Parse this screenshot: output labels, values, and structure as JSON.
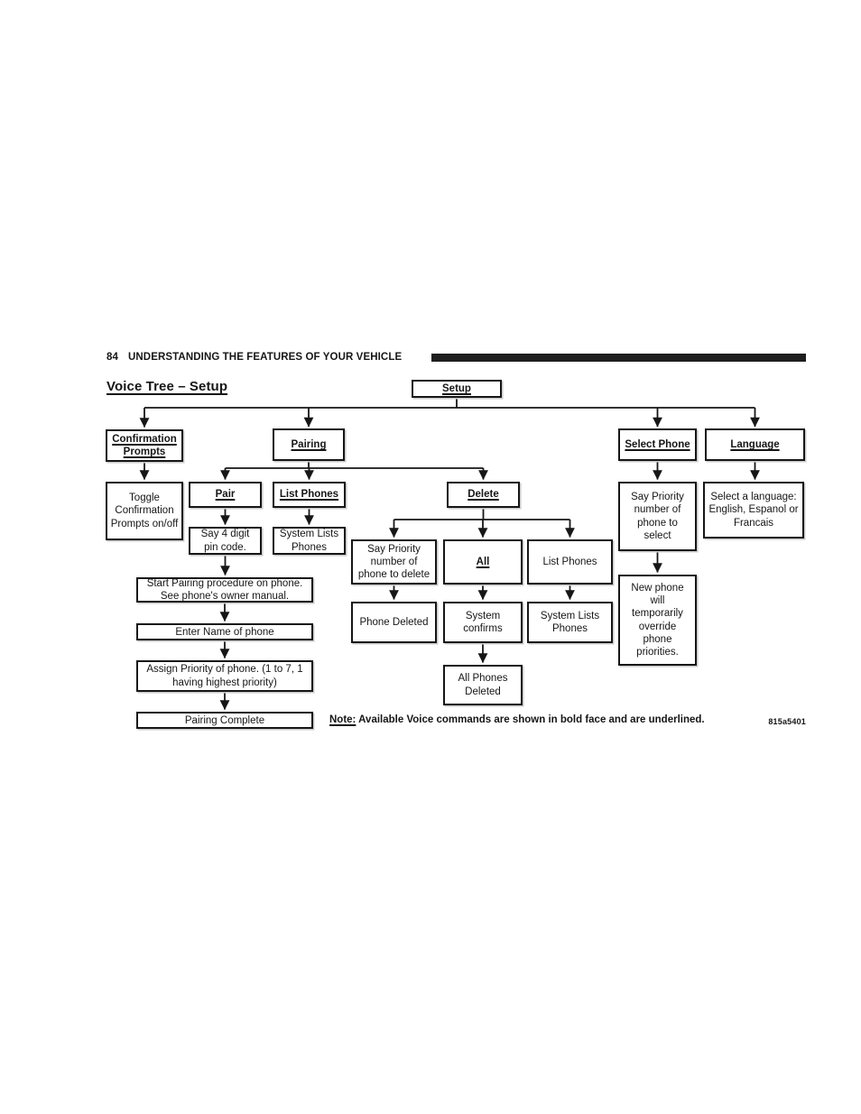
{
  "page": {
    "header": {
      "page_number": "84",
      "chapter_title": "UNDERSTANDING THE FEATURES OF YOUR VEHICLE"
    },
    "section_title": "Voice Tree – Setup",
    "note_label": "Note:",
    "note_text": "Available Voice commands are shown in bold face and are underlined.",
    "figure_code": "815a5401"
  },
  "diagram": {
    "nodes": {
      "setup": "Setup",
      "confirmation_prompts": "Confirmation Prompts",
      "pairing": "Pairing",
      "select_phone": "Select Phone",
      "language": "Language",
      "toggle_confirmation": "Toggle Confirmation Prompts on/off",
      "pair": "Pair",
      "list_phones": "List Phones",
      "delete": "Delete",
      "say_pin": "Say 4 digit pin code.",
      "system_lists_phones_a": "System Lists Phones",
      "start_pairing": "Start Pairing procedure on phone. See phone's owner manual.",
      "enter_name": "Enter Name of phone",
      "assign_priority": "Assign Priority of phone. (1 to 7, 1 having highest priority)",
      "pairing_complete": "Pairing Complete",
      "say_priority_delete": "Say Priority number of phone to delete",
      "all": "All",
      "list_phones_plain": "List Phones",
      "phone_deleted": "Phone Deleted",
      "system_confirms": "System confirms",
      "system_lists_phones_b": "System Lists Phones",
      "all_phones_deleted": "All Phones Deleted",
      "say_priority_select": "Say Priority number of phone to select",
      "new_phone_override": "New phone will temporarily override phone priorities.",
      "select_language": "Select a language: English, Espanol or Francais"
    },
    "voice_commands": [
      "Setup",
      "Confirmation Prompts",
      "Pairing",
      "Pair",
      "List Phones",
      "Delete",
      "All",
      "Select Phone",
      "Language"
    ],
    "edges": [
      [
        "setup",
        "confirmation_prompts"
      ],
      [
        "setup",
        "pairing"
      ],
      [
        "setup",
        "select_phone"
      ],
      [
        "setup",
        "language"
      ],
      [
        "confirmation_prompts",
        "toggle_confirmation"
      ],
      [
        "pairing",
        "pair"
      ],
      [
        "pairing",
        "list_phones"
      ],
      [
        "pairing",
        "delete"
      ],
      [
        "pair",
        "say_pin"
      ],
      [
        "say_pin",
        "start_pairing"
      ],
      [
        "start_pairing",
        "enter_name"
      ],
      [
        "enter_name",
        "assign_priority"
      ],
      [
        "assign_priority",
        "pairing_complete"
      ],
      [
        "list_phones",
        "system_lists_phones_a"
      ],
      [
        "delete",
        "say_priority_delete"
      ],
      [
        "delete",
        "all"
      ],
      [
        "delete",
        "list_phones_plain"
      ],
      [
        "say_priority_delete",
        "phone_deleted"
      ],
      [
        "all",
        "system_confirms"
      ],
      [
        "system_confirms",
        "all_phones_deleted"
      ],
      [
        "list_phones_plain",
        "system_lists_phones_b"
      ],
      [
        "select_phone",
        "say_priority_select"
      ],
      [
        "say_priority_select",
        "new_phone_override"
      ],
      [
        "language",
        "select_language"
      ]
    ]
  },
  "colors": {
    "ink": "#161616",
    "paper": "#ffffff",
    "header_bar": "#1e1e1e"
  }
}
